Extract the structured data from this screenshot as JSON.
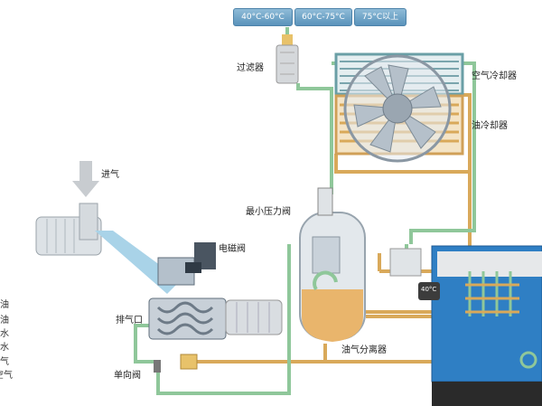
{
  "temperature_buttons": [
    "40°C-60°C",
    "60°C-75°C",
    "75°C以上"
  ],
  "labels": {
    "filter": "过滤器",
    "air_cooler": "空气冷却器",
    "oil_cooler": "油冷却器",
    "intake": "进气",
    "min_pressure_valve": "最小压力阀",
    "solenoid_valve": "电磁阀",
    "exhaust_port": "排气口",
    "check_valve": "单向阀",
    "separator": "油气分离器",
    "thermometer": "40°C"
  },
  "legend_fragments": [
    "油",
    "油",
    "水",
    "水",
    "气",
    "空气"
  ],
  "colors": {
    "oil": "#d9a95a",
    "air": "#8fc79a",
    "intake_air": "#a9d3e8",
    "cabinet": "#2f7fc4"
  }
}
